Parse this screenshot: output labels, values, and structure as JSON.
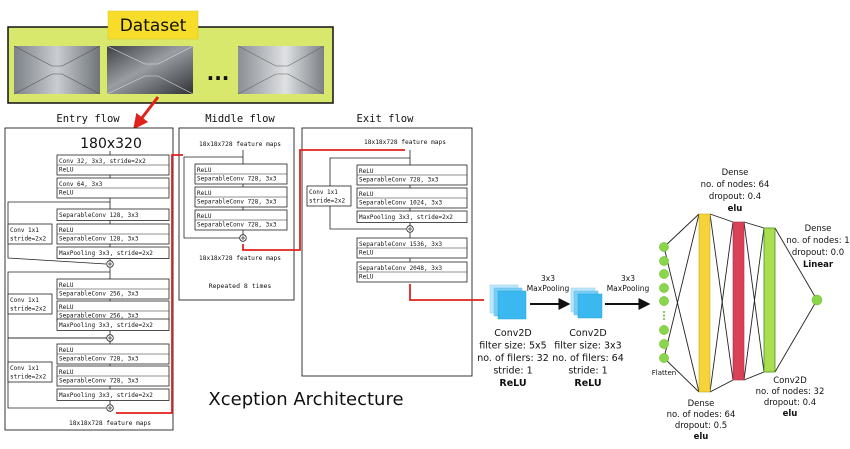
{
  "colors": {
    "dataset_panel": "#d8e86c",
    "dataset_label_bg": "#f7dd2a",
    "red": "#e0221d",
    "blue": "#3ab8ef",
    "node_green": "#8bd54a",
    "yellow_layer": "#f5d33a",
    "red_layer": "#d94159",
    "green_layer": "#a9de52"
  },
  "dataset": {
    "label": "Dataset",
    "ellipsis": "..."
  },
  "input_size": "180x320",
  "entry": {
    "title": "Entry flow",
    "blocks": [
      [
        "Conv 32, 3x3, stride=2x2",
        "ReLU"
      ],
      [
        "Conv 64, 3x3",
        "ReLU"
      ],
      [
        "SeparableConv 128, 3x3"
      ],
      [
        "ReLU",
        "SeparableConv 128, 3x3"
      ],
      [
        "MaxPooling 3x3, stride=2x2"
      ],
      [
        "ReLU",
        "SeparableConv 256, 3x3"
      ],
      [
        "ReLU",
        "SeparableConv 256, 3x3"
      ],
      [
        "MaxPooling 3x3, stride=2x2"
      ],
      [
        "ReLU",
        "SeparableConv 728, 3x3"
      ],
      [
        "ReLU",
        "SeparableConv 728, 3x3"
      ],
      [
        "MaxPooling 3x3, stride=2x2"
      ]
    ],
    "skip": [
      "Conv 1x1",
      "stride=2x2"
    ],
    "footer": "18x18x728 feature maps"
  },
  "middle": {
    "title": "Middle flow",
    "header": "18x18x728 feature maps",
    "blocks": [
      [
        "ReLU",
        "SeparableConv 728, 3x3"
      ],
      [
        "ReLU",
        "SeparableConv 728, 3x3"
      ],
      [
        "ReLU",
        "SeparableConv 728, 3x3"
      ]
    ],
    "footer": "18x18x728 feature maps",
    "repeat": "Repeated 8 times"
  },
  "exit": {
    "title": "Exit flow",
    "header": "18x18x728 feature maps",
    "blocks": [
      [
        "ReLU",
        "SeparableConv 728, 3x3"
      ],
      [
        "ReLU",
        "SeparableConv 1024, 3x3"
      ],
      [
        "MaxPooling 3x3, stride=2x2"
      ],
      [
        "SeparableConv 1536, 3x3",
        "ReLU"
      ],
      [
        "SeparableConv 2048, 3x3",
        "ReLU"
      ]
    ],
    "skip": [
      "Conv 1x1",
      "stride=2x2"
    ]
  },
  "xception_label": "Xception Architecture",
  "conv1": {
    "lines": [
      "Conv2D",
      "filter size: 5x5",
      "no. of filers: 32",
      "stride: 1"
    ],
    "act": "ReLU"
  },
  "conv2": {
    "lines": [
      "Conv2D",
      "filter size: 3x3",
      "no. of filers: 64",
      "stride: 1"
    ],
    "act": "ReLU"
  },
  "pool_label": [
    "3x3",
    "MaxPooling"
  ],
  "flatten_label": "Flatten",
  "dense_bottom": {
    "lines": [
      "Dense",
      "no. of nodes: 64",
      "dropout: 0.5"
    ],
    "act": "elu"
  },
  "dense_top": {
    "lines": [
      "Dense",
      "no. of nodes: 64",
      "dropout: 0.4"
    ],
    "act": "elu"
  },
  "conv_bottom": {
    "lines": [
      "Conv2D",
      "no. of nodes: 32",
      "dropout: 0.4"
    ],
    "act": "elu"
  },
  "dense_out": {
    "lines": [
      "Dense",
      "no. of nodes: 1",
      "dropout: 0.0"
    ],
    "act": "Linear"
  }
}
